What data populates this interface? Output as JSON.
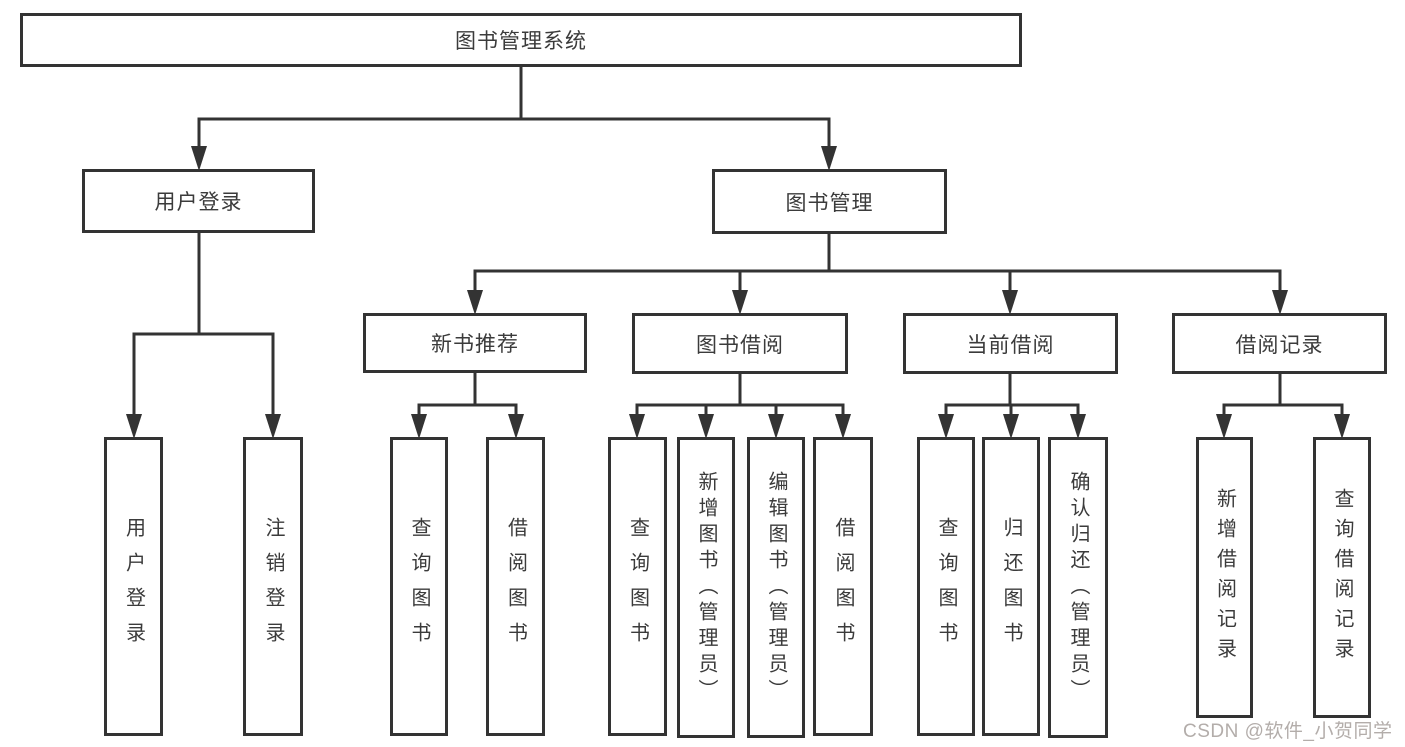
{
  "diagram": {
    "type": "hierarchy-tree",
    "watermark": "CSDN @软件_小贺同学",
    "colors": {
      "line": "#333333",
      "box_border": "#333333",
      "text": "#3b3b3b",
      "background": "#ffffff",
      "watermark": "#aca6a3"
    }
  },
  "tree": {
    "root": {
      "label": "图书管理系统",
      "children": [
        {
          "label": "用户登录",
          "children": [
            {
              "label": "用户登录"
            },
            {
              "label": "注销登录"
            }
          ]
        },
        {
          "label": "图书管理",
          "children": [
            {
              "label": "新书推荐",
              "children": [
                {
                  "label": "查询图书"
                },
                {
                  "label": "借阅图书"
                }
              ]
            },
            {
              "label": "图书借阅",
              "children": [
                {
                  "label": "查询图书"
                },
                {
                  "label": "新增图书（管理员）"
                },
                {
                  "label": "编辑图书（管理员）"
                },
                {
                  "label": "借阅图书"
                }
              ]
            },
            {
              "label": "当前借阅",
              "children": [
                {
                  "label": "查询图书"
                },
                {
                  "label": "归还图书"
                },
                {
                  "label": "确认归还（管理员）"
                }
              ]
            },
            {
              "label": "借阅记录",
              "children": [
                {
                  "label": "新增借阅记录"
                },
                {
                  "label": "查询借阅记录"
                }
              ]
            }
          ]
        }
      ]
    }
  }
}
